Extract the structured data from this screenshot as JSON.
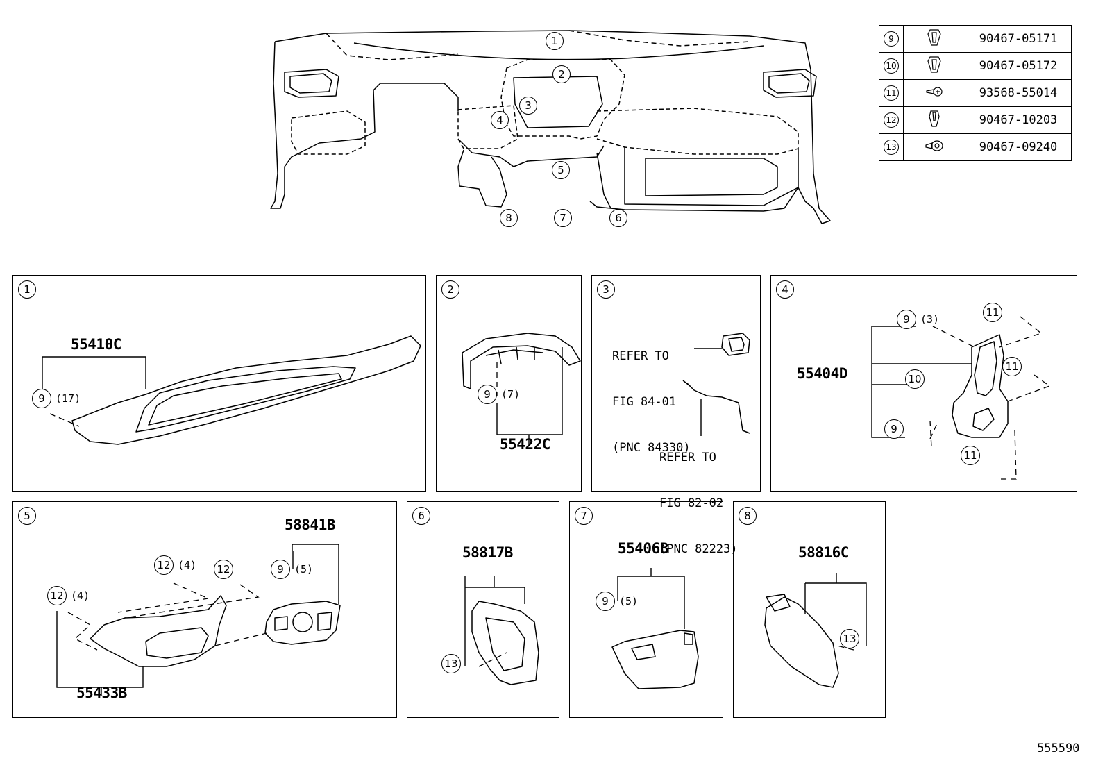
{
  "overview": {
    "callouts": [
      "1",
      "2",
      "3",
      "4",
      "5",
      "6",
      "7",
      "8"
    ]
  },
  "parts_table": [
    {
      "ref": "9",
      "icon": "clip-icon",
      "part_number": "90467-05171"
    },
    {
      "ref": "10",
      "icon": "clip-icon",
      "part_number": "90467-05172"
    },
    {
      "ref": "11",
      "icon": "screw-icon",
      "part_number": "93568-55014"
    },
    {
      "ref": "12",
      "icon": "clip-icon",
      "part_number": "90467-10203"
    },
    {
      "ref": "13",
      "icon": "rivet-icon",
      "part_number": "90467-09240"
    }
  ],
  "panels": {
    "p1": {
      "index": "1",
      "pnc": "55410C",
      "clip_ref": "9",
      "clip_qty": "(17)"
    },
    "p2": {
      "index": "2",
      "pnc": "55422C",
      "clip_ref": "9",
      "clip_qty": "(7)"
    },
    "p3": {
      "index": "3",
      "ref_a": [
        "REFER TO",
        "FIG 84-01",
        "(PNC 84330)"
      ],
      "ref_b": [
        "REFER TO",
        "FIG 82-02",
        "(PNC 82223)"
      ]
    },
    "p4": {
      "index": "4",
      "pnc": "55404D",
      "c9a_ref": "9",
      "c9a_qty": "(3)",
      "c10_ref": "10",
      "c9b_ref": "9",
      "c11a_ref": "11",
      "c11b_ref": "11",
      "c11c_ref": "11"
    },
    "p5": {
      "index": "5",
      "pnc_a": "58841B",
      "pnc_b": "55433B",
      "c9_ref": "9",
      "c9_qty": "(5)",
      "c12a_ref": "12",
      "c12a_qty": "(4)",
      "c12b_ref": "12",
      "c12c_ref": "12",
      "c12c_qty": "(4)"
    },
    "p6": {
      "index": "6",
      "pnc": "58817B",
      "c13_ref": "13"
    },
    "p7": {
      "index": "7",
      "pnc": "55406B",
      "c9_ref": "9",
      "c9_qty": "(5)"
    },
    "p8": {
      "index": "8",
      "pnc": "58816C",
      "c13_ref": "13"
    }
  },
  "document_number": "555590"
}
